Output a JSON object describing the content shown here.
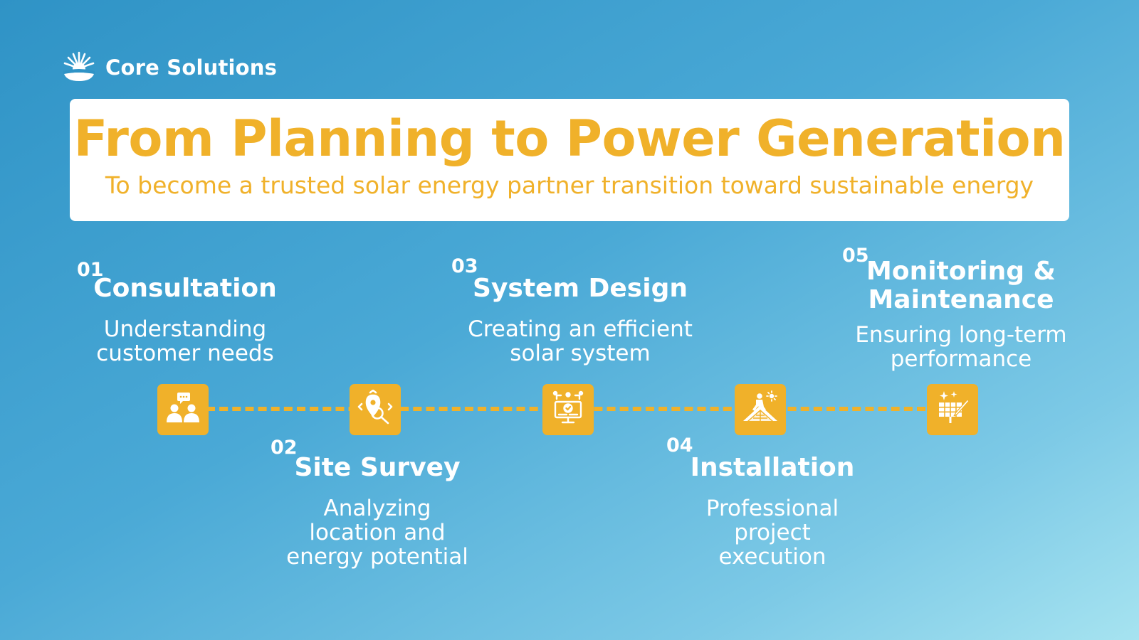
{
  "brand": {
    "name": "Core Solutions",
    "logo_icon": "sunrise-logo-icon"
  },
  "header": {
    "title": "From Planning to Power Generation",
    "subtitle": "To become a trusted solar energy partner transition toward sustainable energy"
  },
  "colors": {
    "accent": "#f0b12a",
    "text": "#ffffff",
    "background_start": "#2f93c6",
    "background_end": "#a6e3f0"
  },
  "steps": [
    {
      "number": "01",
      "title": "Consultation",
      "description": [
        "Understanding",
        "customer needs"
      ],
      "icon": "consultation-people-icon"
    },
    {
      "number": "02",
      "title": "Site Survey",
      "description": [
        "Analyzing",
        "location and",
        "energy potential"
      ],
      "icon": "location-search-icon"
    },
    {
      "number": "03",
      "title": "System Design",
      "description": [
        "Creating an efficient",
        "solar system"
      ],
      "icon": "computer-design-icon"
    },
    {
      "number": "04",
      "title": "Installation",
      "description": [
        "Professional",
        "project",
        "execution"
      ],
      "icon": "roof-installer-icon"
    },
    {
      "number": "05",
      "title": "Monitoring &",
      "title_line2": "Maintenance",
      "description": [
        "Ensuring long-term",
        "performance"
      ],
      "icon": "solar-panel-maintenance-icon"
    }
  ]
}
